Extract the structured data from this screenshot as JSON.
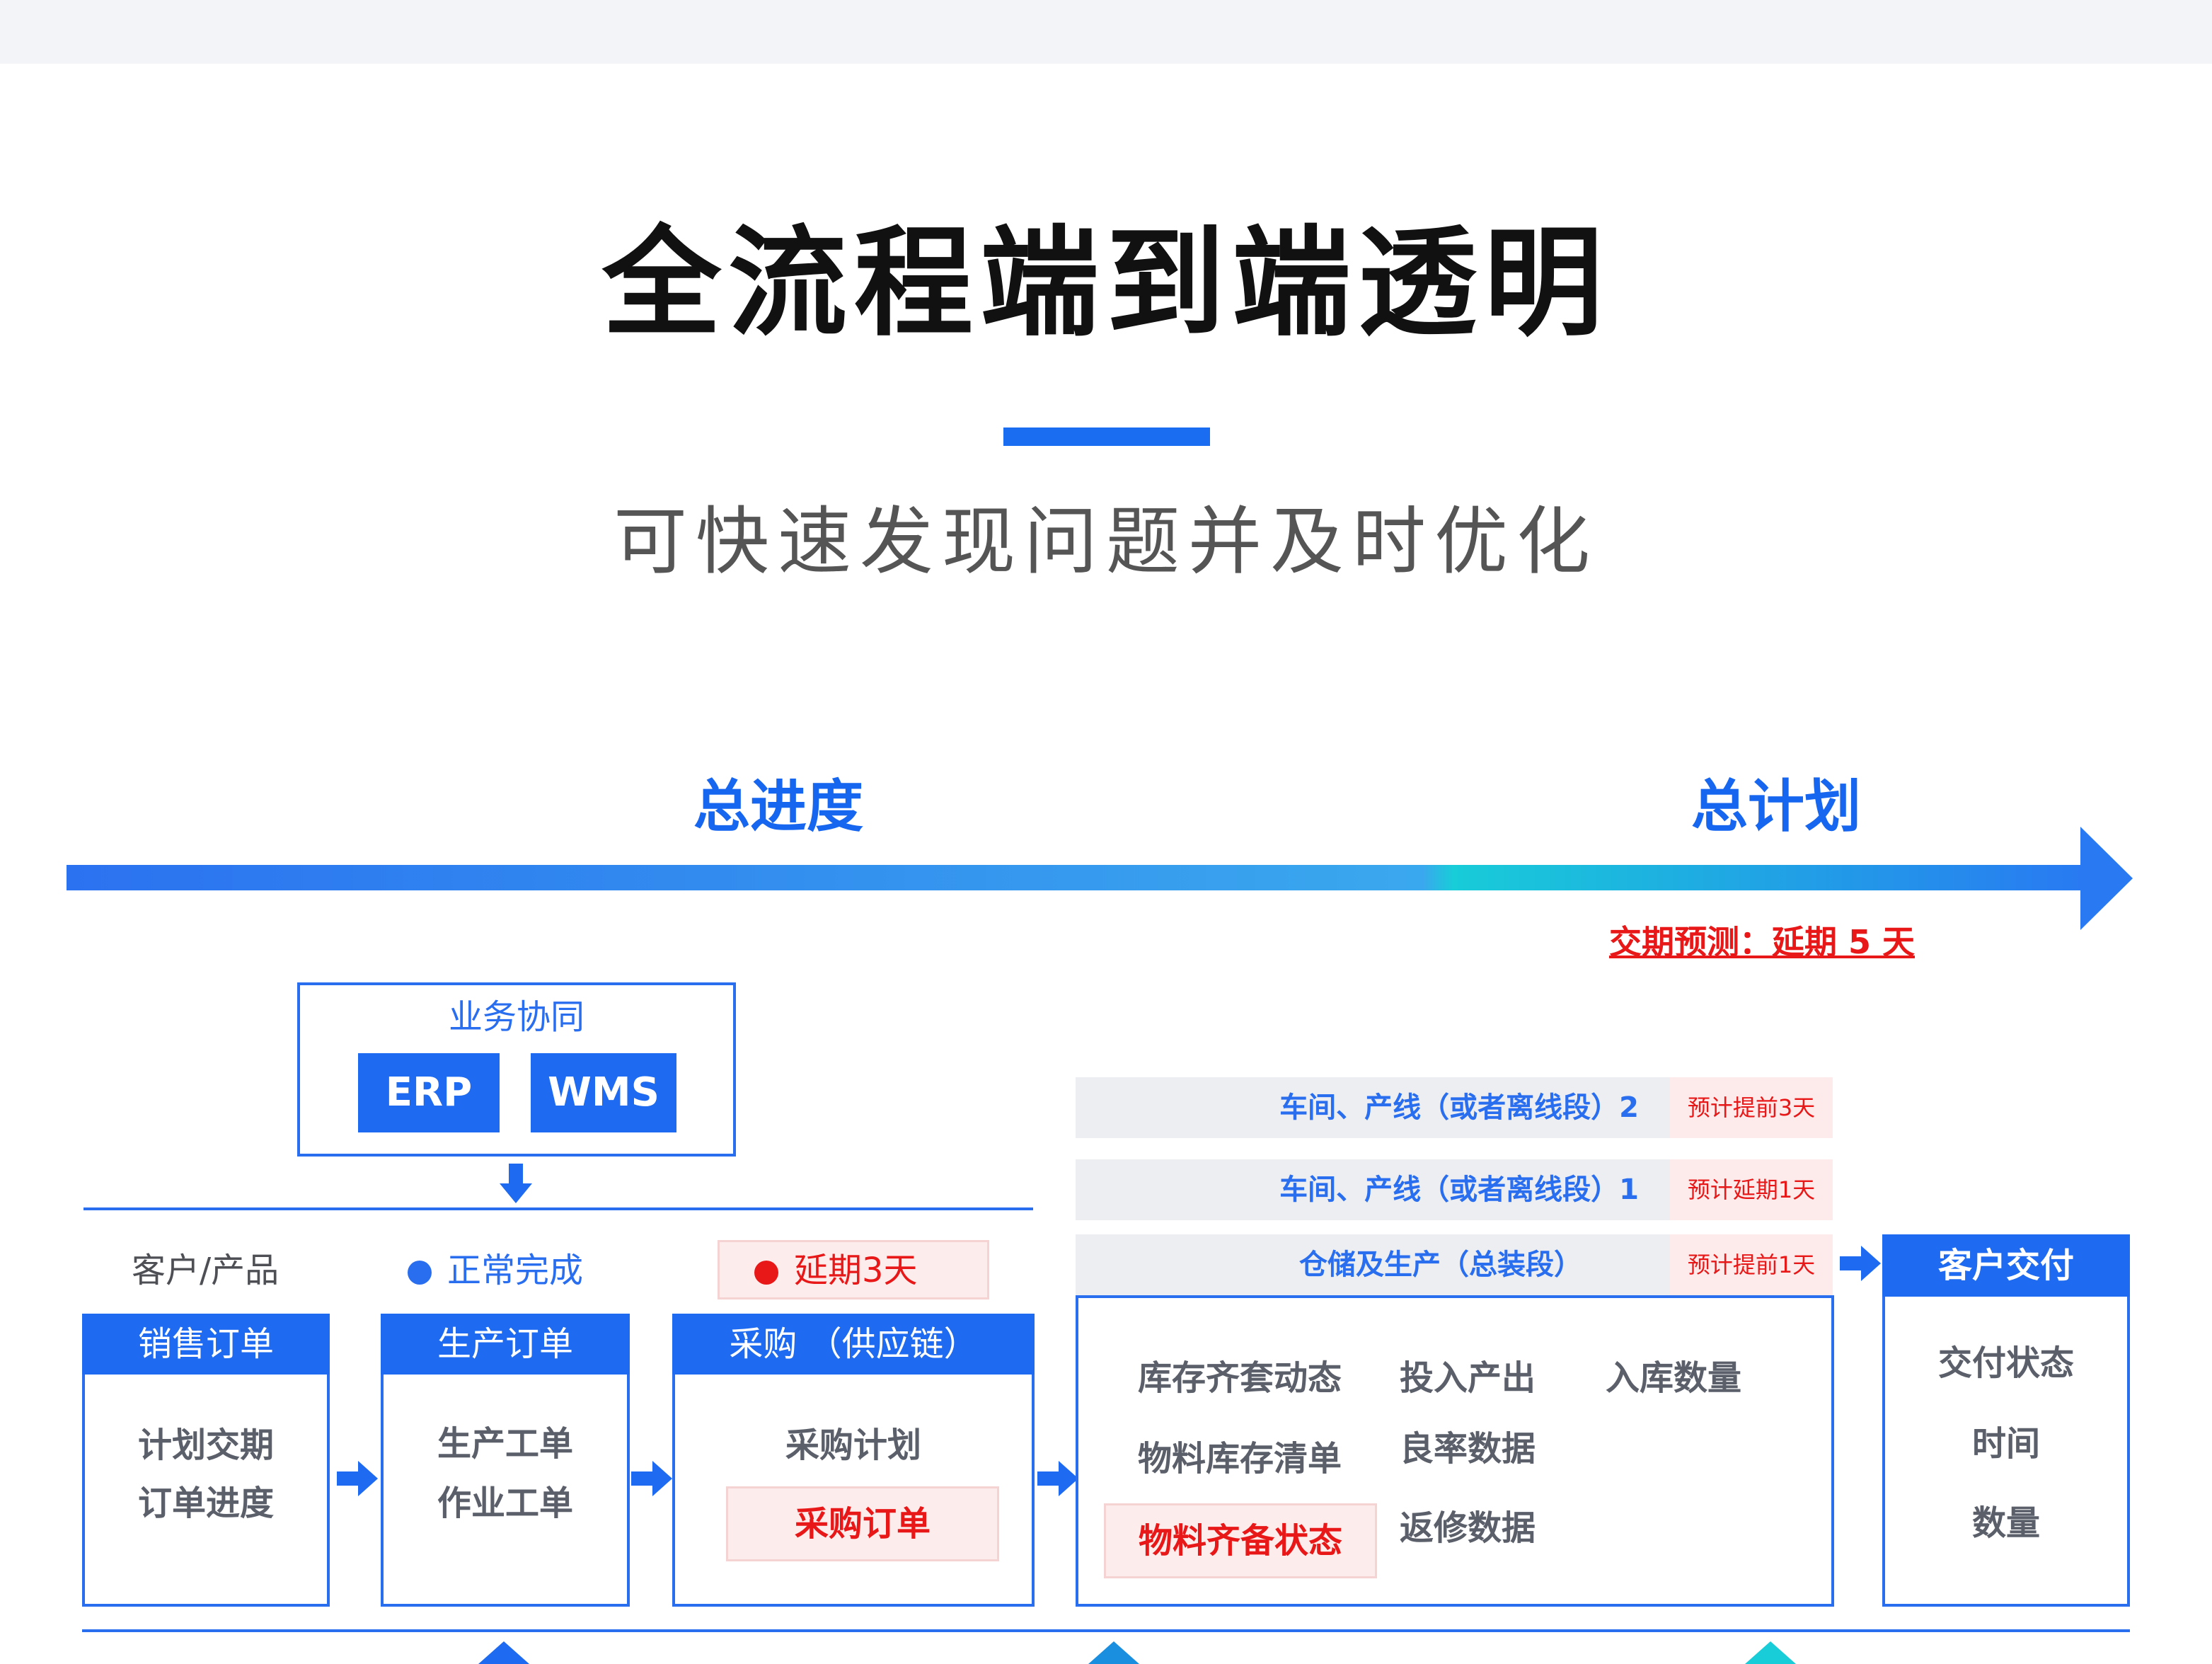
{
  "header": {
    "title": "全流程端到端透明",
    "subtitle": "可快速发现问题并及时优化"
  },
  "timeline": {
    "progress_label": "总进度",
    "plan_label": "总计划",
    "delivery_forecast": "交期预测：延期 5 天"
  },
  "collaboration": {
    "label": "业务协同",
    "systems": [
      "ERP",
      "WMS"
    ]
  },
  "legend": {
    "customer_product": "客户/产品",
    "normal_label": "正常完成",
    "delay_label": "延期3天",
    "normal_color": "#2a6ef0",
    "delay_color": "#e81818"
  },
  "stages": {
    "sales": {
      "title": "销售订单",
      "items": [
        "计划交期",
        "订单进度"
      ]
    },
    "production": {
      "title": "生产订单",
      "items": [
        "生产工单",
        "作业工单"
      ]
    },
    "purchase": {
      "title": "采购 （供应链）",
      "items": [
        "采购计划",
        "采购订单"
      ]
    }
  },
  "lines": [
    {
      "label": "车间、产线（或者离线段）2",
      "tag": "预计提前3天"
    },
    {
      "label": "车间、产线（或者离线段）1",
      "tag": "预计延期1天"
    },
    {
      "label": "仓储及生产（总装段）",
      "tag": "预计提前1天"
    }
  ],
  "metrics": {
    "col1": [
      "库存齐套动态",
      "物料库存清单",
      "物料齐备状态"
    ],
    "col2": [
      "投入产出",
      "良率数据",
      "返修数据"
    ],
    "col3": [
      "入库数量"
    ]
  },
  "delivery": {
    "title": "客户交付",
    "items": [
      "交付状态",
      "时间",
      "数量"
    ]
  },
  "icons": {
    "arrow": "right-arrow-icon",
    "down_arrow": "down-arrow-icon"
  }
}
